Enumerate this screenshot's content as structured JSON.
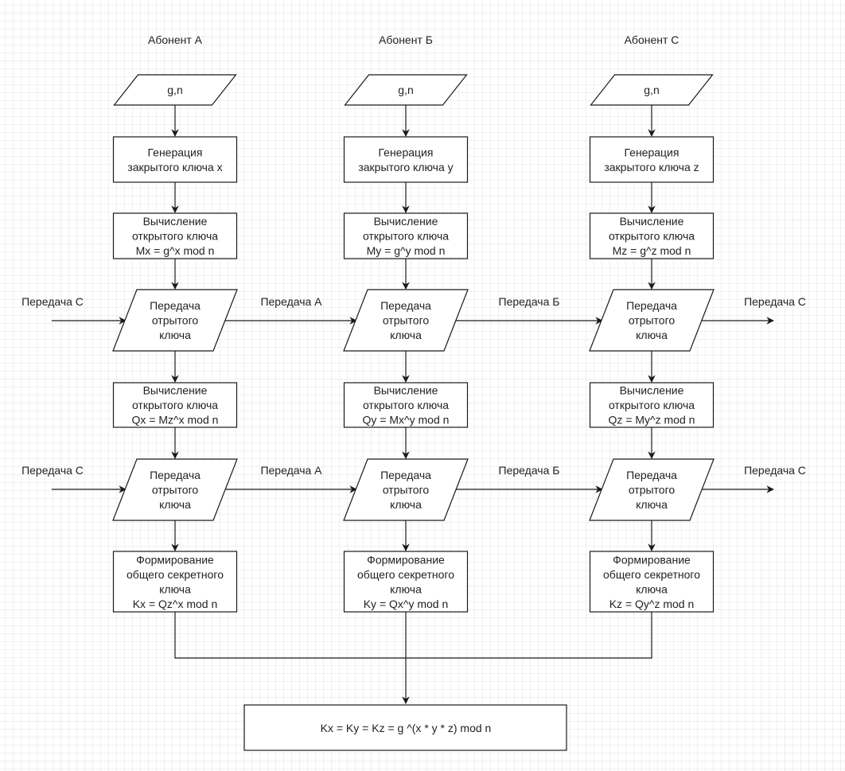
{
  "columns": [
    {
      "header": "Абонент А",
      "input": "g,n",
      "gen": [
        "Генерация",
        "закрытого ключа x"
      ],
      "pub": [
        "Вычисление",
        "открытого ключа",
        "Mx = g^x mod n"
      ],
      "send1": [
        "Передача",
        "отрытого",
        "ключа"
      ],
      "q": [
        "Вычисление",
        "открытого ключа",
        "Qx = Mz^x mod n"
      ],
      "send2": [
        "Передача",
        "отрытого",
        "ключа"
      ],
      "secret": [
        "Формирование",
        "общего секретного",
        "ключа",
        "Kx = Qz^x mod n"
      ]
    },
    {
      "header": "Абонент Б",
      "input": "g,n",
      "gen": [
        "Генерация",
        "закрытого ключа y"
      ],
      "pub": [
        "Вычисление",
        "открытого ключа",
        "My = g^y mod n"
      ],
      "send1": [
        "Передача",
        "отрытого",
        "ключа"
      ],
      "q": [
        "Вычисление",
        "открытого ключа",
        "Qy = Mx^y mod n"
      ],
      "send2": [
        "Передача",
        "отрытого",
        "ключа"
      ],
      "secret": [
        "Формирование",
        "общего секретного",
        "ключа",
        "Ky = Qx^y mod n"
      ]
    },
    {
      "header": "Абонент С",
      "input": "g,n",
      "gen": [
        "Генерация",
        "закрытого ключа z"
      ],
      "pub": [
        "Вычисление",
        "открытого ключа",
        "Mz = g^z mod n"
      ],
      "send1": [
        "Передача",
        "отрытого",
        "ключа"
      ],
      "q": [
        "Вычисление",
        "открытого ключа",
        "Qz = My^z mod n"
      ],
      "send2": [
        "Передача",
        "отрытого",
        "ключа"
      ],
      "secret": [
        "Формирование",
        "общего секретного",
        "ключа",
        "Kz = Qy^z mod n"
      ]
    }
  ],
  "transfer_labels": {
    "row1": [
      "Передача С",
      "Передача А",
      "Передача Б",
      "Передача С"
    ],
    "row2": [
      "Передача С",
      "Передача А",
      "Передача Б",
      "Передача С"
    ]
  },
  "final": "Kx = Ky = Kz = g ^(x * y * z) mod n"
}
